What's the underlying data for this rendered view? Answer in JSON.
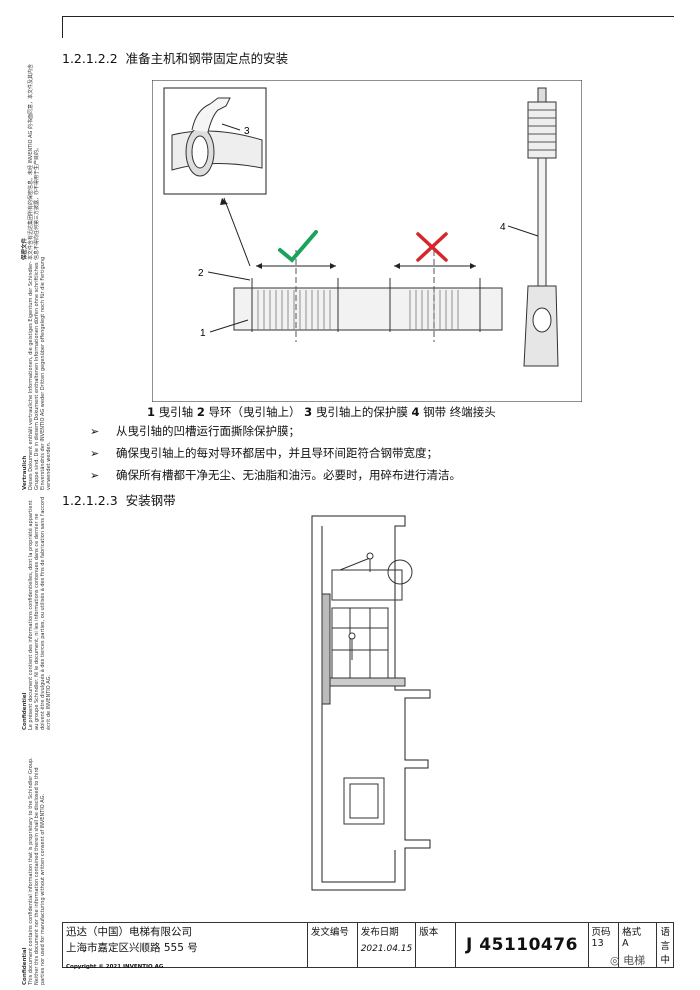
{
  "section_1": {
    "number": "1.2.1.2.2",
    "title": "准备主机和钢带固定点的安装"
  },
  "figure_1": {
    "callouts": [
      "1",
      "2",
      "3",
      "4"
    ],
    "caption": [
      {
        "num": "1",
        "text": "曳引轴"
      },
      {
        "num": "2",
        "text": "导环（曳引轴上）"
      },
      {
        "num": "3",
        "text": "曳引轴上的保护膜"
      },
      {
        "num": "4",
        "text": "钢带 终端接头"
      }
    ],
    "ok_color": "#1aa35a",
    "nok_color": "#d7262b"
  },
  "bullets": [
    "从曳引轴的凹槽运行面撕除保护膜；",
    "确保曳引轴上的每对导环都居中，并且导环间距符合钢带宽度；",
    "确保所有槽都干净无尘、无油脂和油污。必要时，用碎布进行清洁。"
  ],
  "bullet_glyph": "➢",
  "section_2": {
    "number": "1.2.1.2.3",
    "title": "安装钢带"
  },
  "side_notes": [
    {
      "title": "Confidential",
      "text": "This document contains confidential information that is proprietary to the Schindler Group.\nNeither this document nor the information contained therein shall be disclosed to third\nparties nor used for manufacturing without written consent of INVENTIO AG."
    },
    {
      "title": "Confidentiel",
      "text": "Le présent document contient des informations confidentielles, dont la propriété appartient\nau groupe Schindler. Ni le document, ni les informations contenues dans ce dernier ne\ndoivent être divulgués à des tierces parties, ou utilisés à des fins de fabrication sans l'accord\nécrit de INVENTIO AG."
    },
    {
      "title": "Vertraulich",
      "text": "Dieses Dokument enthält vertrauliche Informationen, die geistiges Eigentum der Schindler-\nGruppe sind. Die in diesem Dokument enthaltenen Informationen dürfen ohne schriftliches\nEinverständnis der INVENTIO AG weder Dritten gegenüber offengelegt noch für die Fertigung\nverwendet werden."
    },
    {
      "title": "保密文件",
      "text": "本文件含有迅达集团所有的保密信息。未经 INVENTIO AG 的书面同意，本文件及其内含\n信息不得向任何第三方披露，亦不得用于生产目的。"
    }
  ],
  "footer": {
    "company": "迅达（中国）电梯有限公司",
    "address": "上海市嘉定区兴顺路 555 号",
    "doc_no_label": "发文编号",
    "date_label": "发布日期",
    "date": "2021.04.15",
    "version_label": "版本",
    "doc_number": "J 45110476",
    "page_label": "页码",
    "page": "13",
    "format_label": "格式",
    "format": "A",
    "language_label": "语言",
    "language": "中",
    "copyright": "Copyright © 2021 INVENTIO AG"
  },
  "watermark": "电梯"
}
